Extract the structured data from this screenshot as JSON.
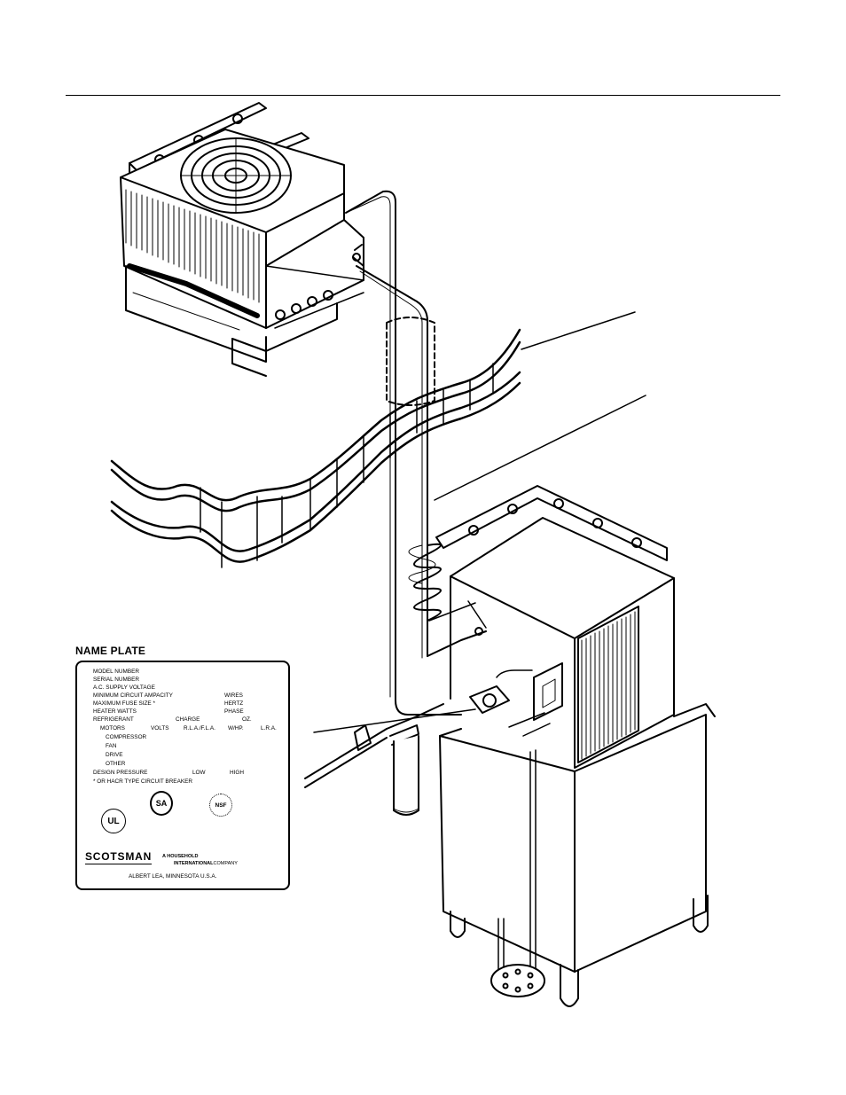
{
  "nameplate": {
    "title": "NAME PLATE",
    "rows": [
      {
        "label": "MODEL NUMBER"
      },
      {
        "label": "SERIAL NUMBER"
      },
      {
        "label": "A.C. SUPPLY VOLTAGE"
      },
      {
        "label": "MINIMUM CIRCUIT AMPACITY",
        "right": "WIRES"
      },
      {
        "label": "MAXIMUM FUSE SIZE *",
        "right": "HERTZ"
      },
      {
        "label": "HEATER WATTS",
        "right": "PHASE"
      },
      {
        "label": "REFRIGERANT",
        "mid": "CHARGE",
        "right": "OZ."
      }
    ],
    "motors_header": {
      "label": "MOTORS",
      "volts": "VOLTS",
      "rla": "R.L.A./F.L.A.",
      "whp": "W/HP.",
      "lra": "L.R.A."
    },
    "motor_items": [
      "COMPRESSOR",
      "FAN",
      "DRIVE",
      "OTHER"
    ],
    "design_pressure": {
      "label": "DESIGN PRESSURE",
      "low": "LOW",
      "high": "HIGH"
    },
    "footnote": "* OR HACR TYPE CIRCUIT BREAKER",
    "seals": {
      "ul": "UL",
      "csa": "SA",
      "nsf": "NSF"
    },
    "brand": "SCOTSMAN",
    "company_line1": "A HOUSEHOLD",
    "company_line2_bold": "INTERNATIONAL",
    "company_line2": "COMPANY",
    "address": "ALBERT LEA, MINNESOTA U.S.A."
  }
}
